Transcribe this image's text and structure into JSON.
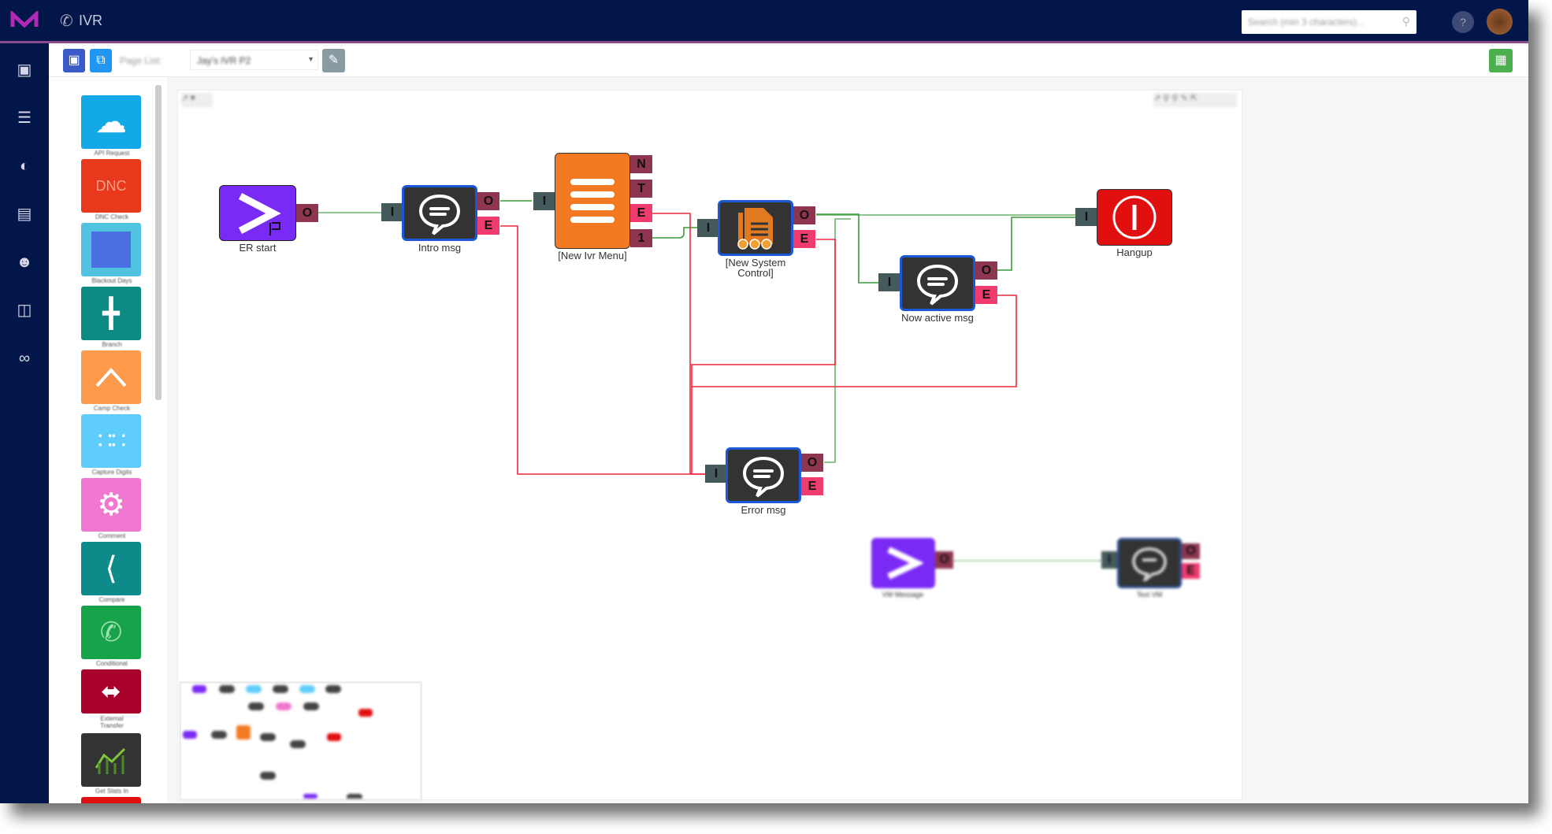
{
  "header": {
    "app_title": "IVR",
    "search_placeholder": "Search (min 3 characters)...",
    "accent": "#8a4a8f",
    "bg": "#03164a"
  },
  "leftnav": {
    "items": [
      "briefcase-icon",
      "list-icon",
      "dashboard-icon",
      "database-icon",
      "contacts-icon",
      "document-icon",
      "integrations-icon"
    ]
  },
  "toolbar": {
    "page_list_label": "Page List:",
    "page_selected": "Jay's IVR P2"
  },
  "palette": {
    "items": [
      {
        "label": "API Request",
        "color": "#12a9e6"
      },
      {
        "label": "DNC Check",
        "color": "#e8391c",
        "glyph": "DNC"
      },
      {
        "label": "Blackout Days",
        "color": "#4fc3df"
      },
      {
        "label": "Branch",
        "color": "#0e8a84"
      },
      {
        "label": "Camp Check",
        "color": "#fd9a4b"
      },
      {
        "label": "Capture Digits",
        "color": "#5fcdfb"
      },
      {
        "label": "Comment",
        "color": "#f078d0"
      },
      {
        "label": "Compare",
        "color": "#0e8a8a"
      },
      {
        "label": "Conditional",
        "color": "#17a34a"
      },
      {
        "label": "External Transfer",
        "color": "#a8002a"
      },
      {
        "label": "Get Stats In",
        "color": "#333333"
      }
    ]
  },
  "canvas": {
    "nodes": [
      {
        "label": "ER start",
        "type": "start"
      },
      {
        "label": "Intro msg",
        "type": "message"
      },
      {
        "label": "[New Ivr Menu]",
        "type": "menu"
      },
      {
        "label": "[New System Control]",
        "type": "system-control"
      },
      {
        "label": "Now active msg",
        "type": "message"
      },
      {
        "label": "Hangup",
        "type": "hangup"
      },
      {
        "label": "Error msg",
        "type": "message"
      },
      {
        "label": "VM Message",
        "type": "start"
      },
      {
        "label": "Text VM",
        "type": "message"
      }
    ],
    "ports": {
      "in": "I",
      "out": "O",
      "error": "E",
      "no_input": "N",
      "timeout": "T",
      "option1": "1"
    },
    "colors": {
      "success_edge": "#3a9a3a",
      "error_edge": "#ee2a3c"
    }
  }
}
